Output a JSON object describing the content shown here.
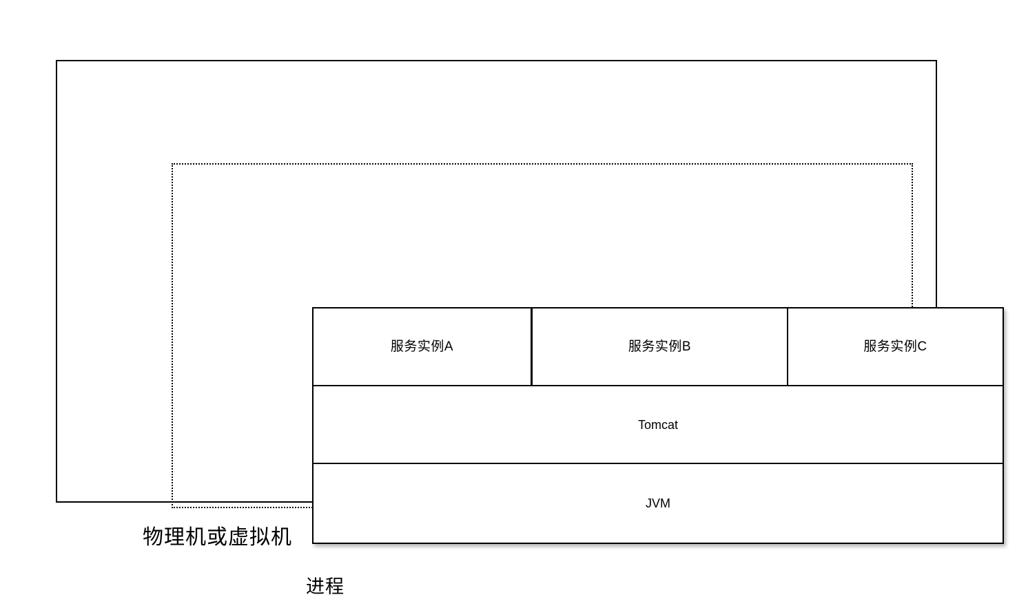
{
  "diagram": {
    "title": "Deployment stack: service instances on Tomcat on JVM inside a process on a machine",
    "machine": {
      "label": "物理机或虚拟机",
      "border_style": "solid",
      "color": "#000000"
    },
    "process": {
      "label": "进程",
      "border_style": "dotted",
      "color": "#000000"
    },
    "stack": {
      "instances": [
        {
          "label": "服务实例A"
        },
        {
          "label": "服务实例B"
        },
        {
          "label": "服务实例C"
        }
      ],
      "layers": [
        {
          "label": "Tomcat"
        },
        {
          "label": "JVM"
        }
      ]
    }
  }
}
